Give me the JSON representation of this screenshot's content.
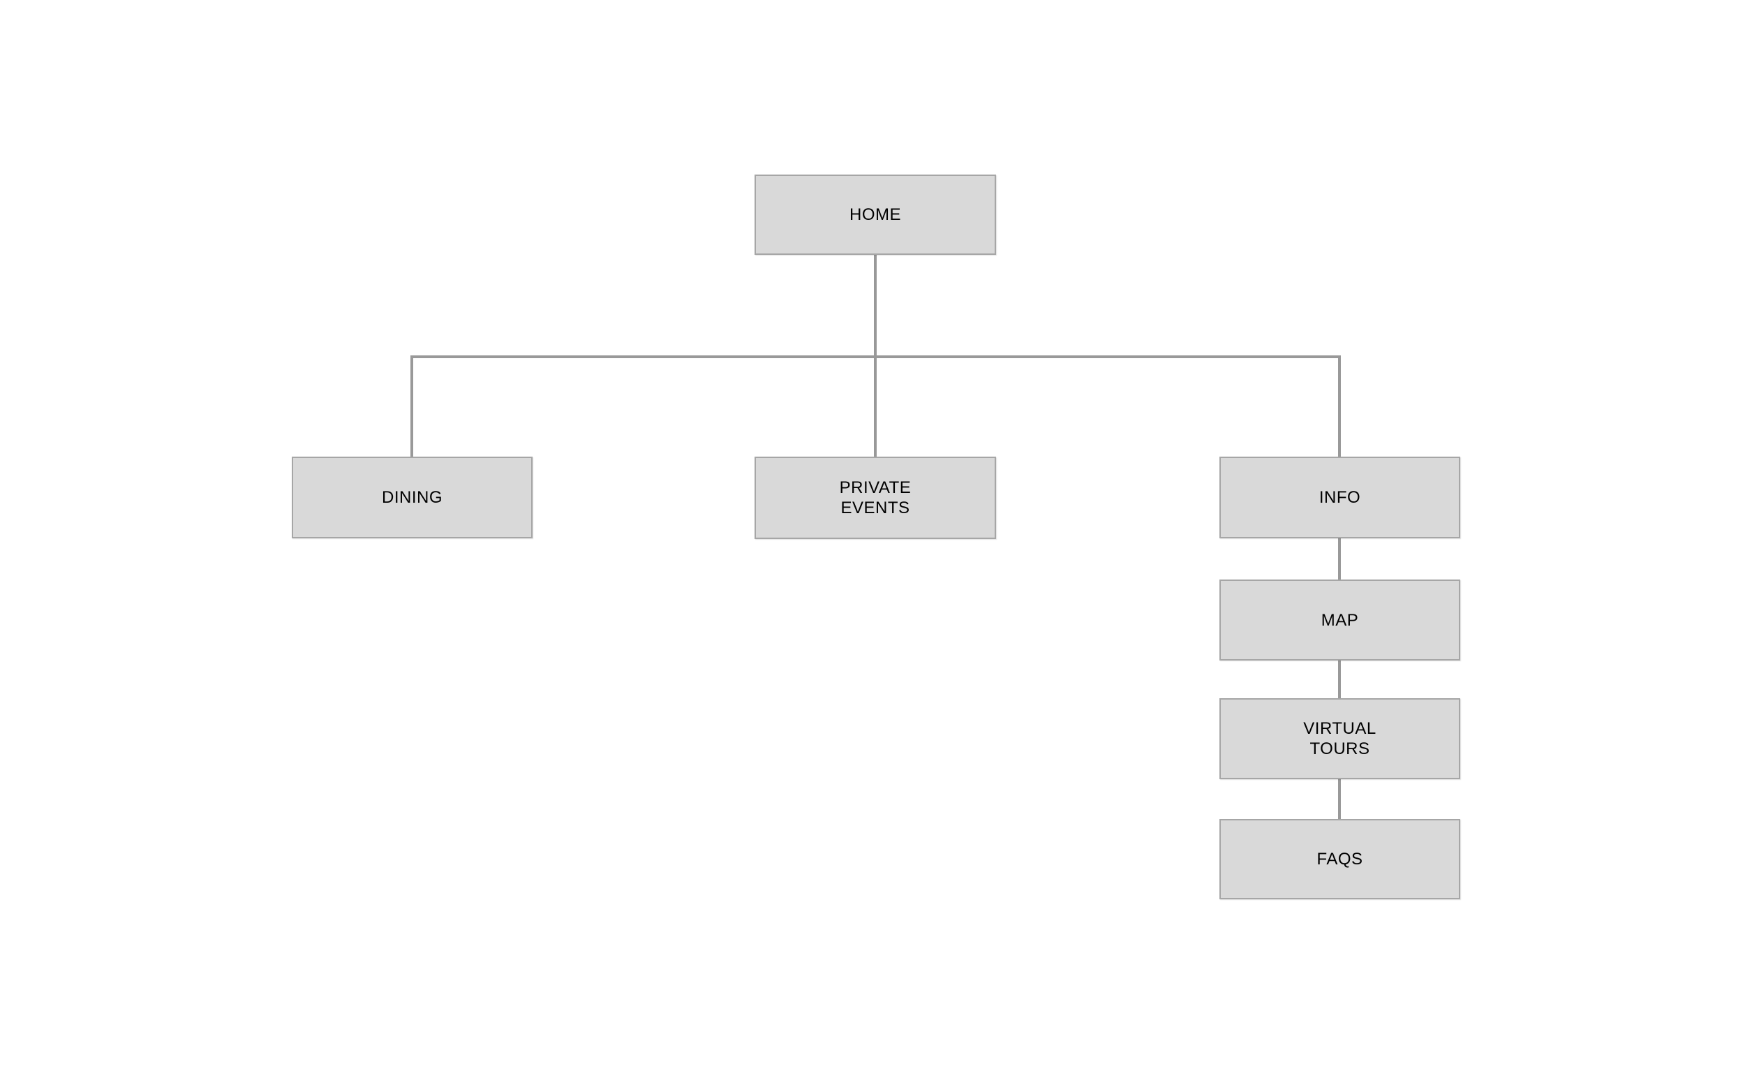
{
  "sitemap": {
    "nodes": [
      {
        "id": "home",
        "label": "HOME"
      },
      {
        "id": "dining",
        "label": "DINING"
      },
      {
        "id": "private-events",
        "label": "PRIVATE\nEVENTS"
      },
      {
        "id": "info",
        "label": "INFO"
      },
      {
        "id": "map",
        "label": "MAP"
      },
      {
        "id": "virtual-tours",
        "label": "VIRTUAL\nTOURS"
      },
      {
        "id": "faqs",
        "label": "FAQS"
      }
    ],
    "hierarchy": {
      "home": [
        "dining",
        "private-events",
        "info"
      ],
      "info": [
        "map",
        "virtual-tours",
        "faqs"
      ]
    },
    "colors": {
      "background": "#ffffff",
      "box_fill": "#d9d9d9",
      "box_border": "#a6a6a6",
      "connector": "#999999",
      "text": "#000000"
    }
  }
}
